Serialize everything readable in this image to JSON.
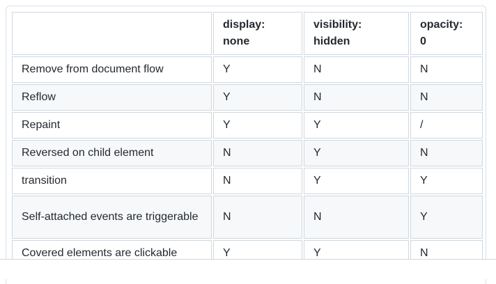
{
  "table": {
    "headers": [
      "",
      "display:\nnone",
      "visibility:\nhidden",
      "opacity:\n0"
    ],
    "header_lines": [
      [
        "",
        ""
      ],
      [
        "display:",
        "none"
      ],
      [
        "visibility:",
        "hidden"
      ],
      [
        "opacity:",
        "0"
      ]
    ],
    "rows": [
      {
        "label": "Remove from document flow",
        "display": "Y",
        "visibility": "N",
        "opacity": "N"
      },
      {
        "label": "Reflow",
        "display": "Y",
        "visibility": "N",
        "opacity": "N"
      },
      {
        "label": "Repaint",
        "display": "Y",
        "visibility": "Y",
        "opacity": "/"
      },
      {
        "label": "Reversed on child element",
        "display": "N",
        "visibility": "Y",
        "opacity": "N"
      },
      {
        "label": "transition",
        "display": "N",
        "visibility": "Y",
        "opacity": "Y"
      },
      {
        "label": "Self-attached events are triggerable",
        "display": "N",
        "visibility": "N",
        "opacity": "Y"
      },
      {
        "label": "Covered elements are clickable",
        "display": "Y",
        "visibility": "Y",
        "opacity": "N"
      }
    ]
  }
}
